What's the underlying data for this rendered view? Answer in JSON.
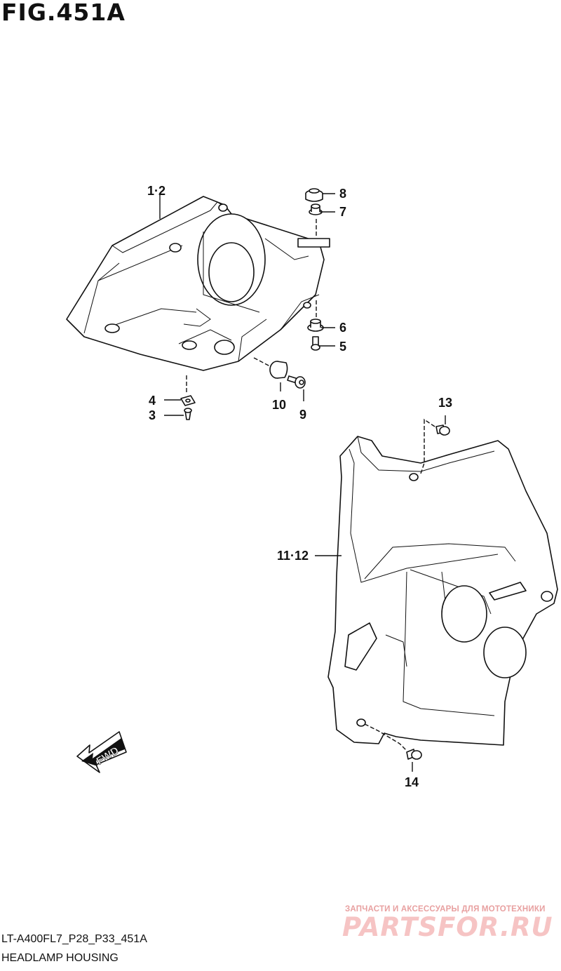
{
  "figure": {
    "title": "FIG.451A",
    "model_code": "LT-A400FL7_P28_P33_451A",
    "subtitle": "HEADLAMP HOUSING"
  },
  "fwd_arrow": {
    "label": "FWD"
  },
  "callouts": [
    {
      "id": "c-1-2",
      "label": "1·2"
    },
    {
      "id": "c-8",
      "label": "8"
    },
    {
      "id": "c-7",
      "label": "7"
    },
    {
      "id": "c-6",
      "label": "6"
    },
    {
      "id": "c-5",
      "label": "5"
    },
    {
      "id": "c-4",
      "label": "4"
    },
    {
      "id": "c-3",
      "label": "3"
    },
    {
      "id": "c-10",
      "label": "10"
    },
    {
      "id": "c-9",
      "label": "9"
    },
    {
      "id": "c-13",
      "label": "13"
    },
    {
      "id": "c-11-12",
      "label": "11·12"
    },
    {
      "id": "c-14",
      "label": "14"
    }
  ],
  "watermark": {
    "tagline": "ЗАПЧАСТИ И АКСЕССУАРЫ ДЛЯ МОТОТЕХНИКИ",
    "brand": "PARTSFOR.RU",
    "brand_color": "#f6c4c4"
  }
}
